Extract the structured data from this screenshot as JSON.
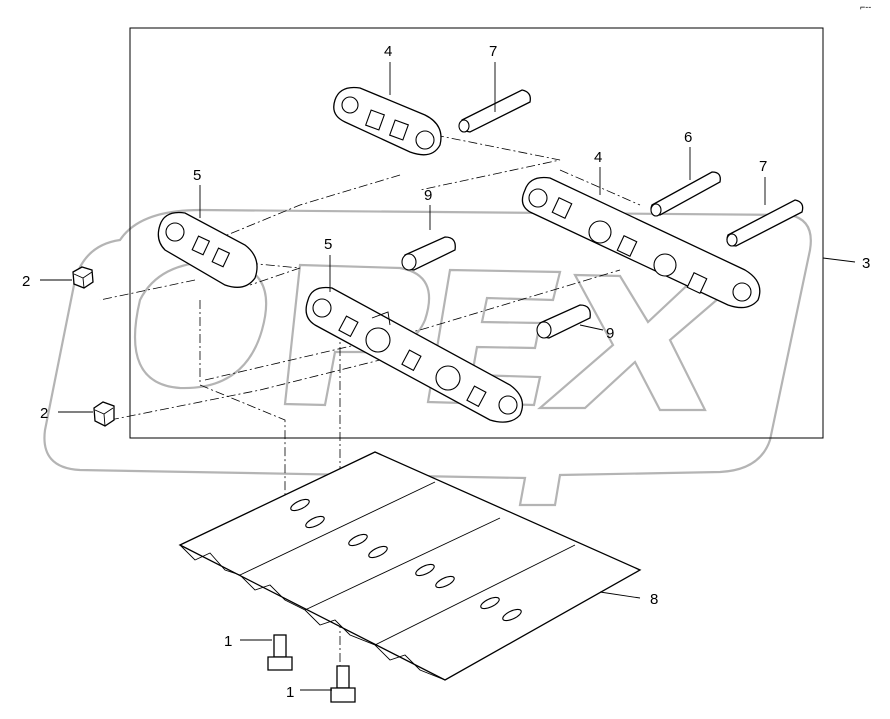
{
  "corner_mark": "⌐--",
  "watermark": {
    "text": "OPEX",
    "stroke_color": "#b4b4b4"
  },
  "callouts": {
    "c1a": "1",
    "c1b": "1",
    "c2a": "2",
    "c2b": "2",
    "c3": "3",
    "c4a": "4",
    "c4b": "4",
    "c5a": "5",
    "c5b": "5",
    "c6": "6",
    "c7a": "7",
    "c7b": "7",
    "c8": "8",
    "c9a": "9",
    "c9b": "9"
  }
}
